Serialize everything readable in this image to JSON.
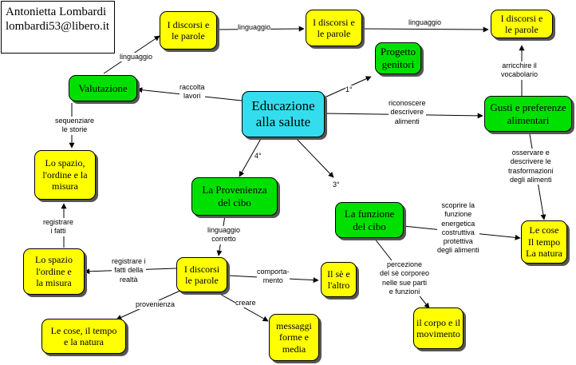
{
  "author": {
    "name": "Antonietta Lombardi",
    "email": "lombardi53@libero.it"
  },
  "nodes": {
    "central": "Educazione\nalla salute",
    "valutazione": "Valutazione",
    "progetto_genitori": "Progetto\ngenitori",
    "gusti_preferenze": "Gusti e preferenze\nalimentari",
    "provenienza_cibo": "La Provenienza\ndel cibo",
    "funzione_cibo": "La funzione\ndel cibo",
    "discorsi_1": "I discorsi e\nle parole",
    "discorsi_2": "I discorsi e\nle parole",
    "discorsi_3": "I discorsi e\nle parole",
    "discorsi_4": "I discorsi\nle parole",
    "spazio_ordine_misura_1": "Lo spazio,\nl'ordine e la\nmisura",
    "spazio_ordine_misura_2": "Lo spazio\nl'ordine e\nla misura",
    "cose_tempo_natura_1": "Le cose, il tempo\ne la natura",
    "cose_tempo_natura_2": "Le cose\nIl tempo\nLa natura",
    "se_altro": "Il sè e\nl'altro",
    "messaggi": "messaggi\nforme e\nmedia",
    "corpo_movimento": "il corpo e il\nmovimento"
  },
  "labels": {
    "linguaggio_1": "linguaggio",
    "linguaggio_2": "linguaggio",
    "linguaggio_3": "linguaggio",
    "raccolta_lavori": "raccolta\nlavori",
    "sequenziare_storie": "sequenziare\nle storie",
    "registrare_fatti": "registrare\ni fatti",
    "order_1": "1°",
    "order_3": "3°",
    "order_4": "4°",
    "riconoscere": "riconoscere\ndescrivere\nalimenti",
    "arricchire": "arricchire il\nvocabolario",
    "osservare": "osservare e\ndescrivere le\ntrasformazioni\ndegli alimenti",
    "linguaggio_corretto": "linguaggio\ncorretto",
    "registrare_realta": "registrare i\nfatti della\nrealtà",
    "comportamento": "comporta-\nmento",
    "provenienza": "provenienza",
    "creare": "creare",
    "scoprire": "scoprire la\nfunzione\nenergetica\ncostruttiva\nprotettiva\ndegli alimenti",
    "percezione": "percezione\ndel sè corporeo\nnelle sue parti\ne funzioni"
  },
  "colors": {
    "yellow": "#ffff00",
    "green": "#00e000",
    "cyan": "#33ddee"
  }
}
